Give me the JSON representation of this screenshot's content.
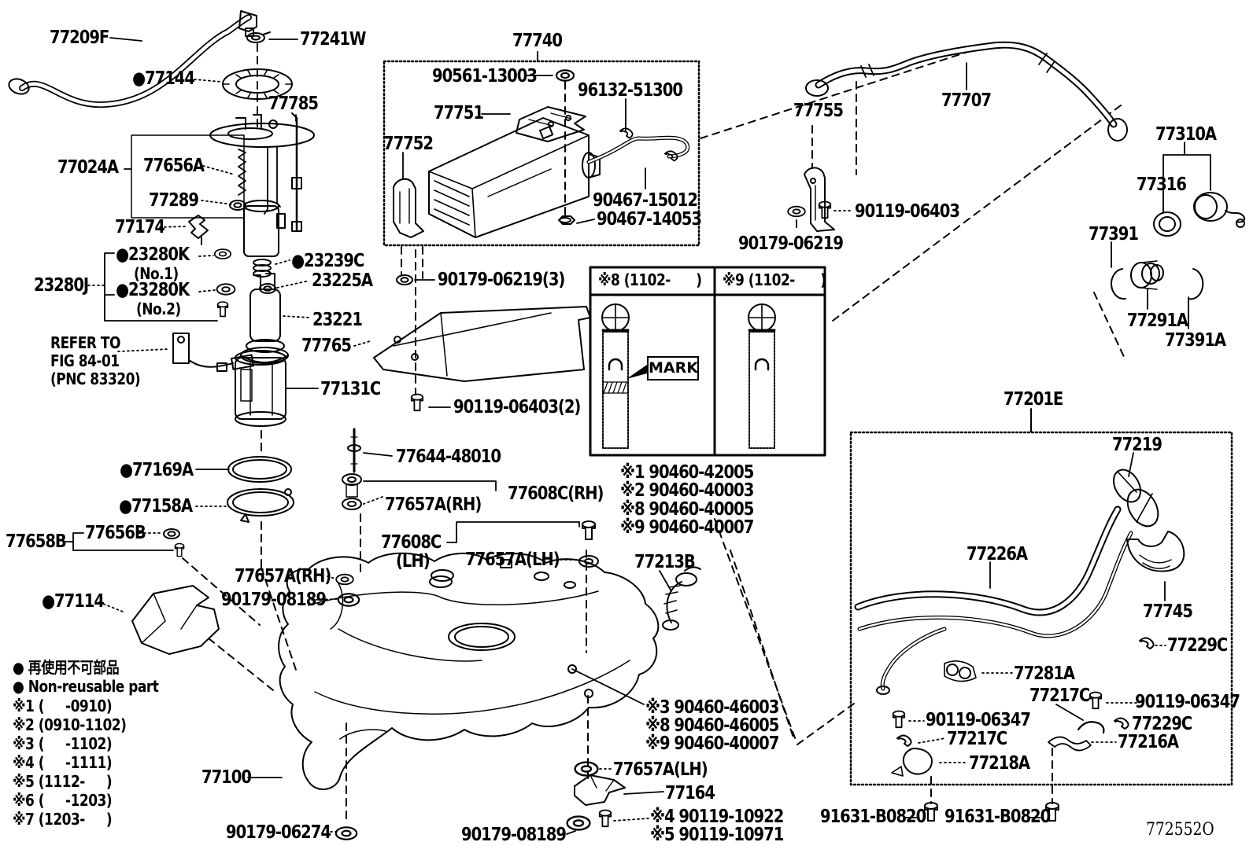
{
  "diagram_code": "772552O",
  "legend": {
    "jp": "● 再使用不可部品",
    "en": "● Non-reusable part",
    "notes": [
      "※1 (     -0910)",
      "※2 (0910-1102)",
      "※3 (     -1102)",
      "※4 (     -1111)",
      "※5 (1112-     )",
      "※6 (     -1203)",
      "※7 (1203-     )"
    ]
  },
  "boxes": {
    "variant8": "※8 (1102-      )",
    "variant9": "※9 (1102-      )",
    "mark": "MARK"
  },
  "labels": {
    "p77209F": "77209F",
    "p77241W": "77241W",
    "p77144": "●77144",
    "p77785": "77785",
    "p77024A": "77024A",
    "p77656A": "77656A",
    "p77289": "77289",
    "p77174": "77174",
    "p23280K1": "●23280K",
    "p23280K1n": "(No.1)",
    "p23280J": "23280J",
    "p23280K2": "●23280K",
    "p23280K2n": "(No.2)",
    "p23239C": "●23239C",
    "p23225A": "23225A",
    "p23221": "23221",
    "refer1": "REFER TO",
    "refer2": "FIG 84-01",
    "refer3": "(PNC 83320)",
    "p77765": "77765",
    "p77131C": "77131C",
    "p77740": "77740",
    "p90561": "90561-13003",
    "p96132": "96132-51300",
    "p77751": "77751",
    "p77752": "77752",
    "p90467_15012": "90467-15012",
    "p90467_14053": "90467-14053",
    "p90179_06219_3": "90179-06219(3)",
    "p90119_06403_2": "90119-06403(2)",
    "n1_42005": "※1 90460-42005",
    "n2_40003": "※2 90460-40003",
    "n8_40005": "※8 90460-40005",
    "n9_40007": "※9 90460-40007",
    "p77644": "77644-48010",
    "p77608C_rh": "77608C(RH)",
    "p77657A_rh1": "77657A(RH)",
    "p77608C_lh": "77608C",
    "p77608C_lh2": "(LH)",
    "p77657A_lh1": "77657A(LH)",
    "p77213B": "77213B",
    "p77169A": "●77169A",
    "p77158A": "●77158A",
    "p77656B": "77656B",
    "p77658B": "77658B",
    "p77114": "●77114",
    "p77657A_rh2": "77657A(RH)",
    "p90179_08189a": "90179-08189",
    "p77100": "77100",
    "p90179_06274": "90179-06274",
    "p90179_08189b": "90179-08189",
    "p77657A_lh2": "77657A(LH)",
    "p77164": "77164",
    "n4_10922": "※4 90119-10922",
    "n5_10971": "※5 90119-10971",
    "n3_46003": "※3 90460-46003",
    "n8_46005": "※8 90460-46005",
    "n9_40007b": "※9 90460-40007",
    "p77707": "77707",
    "p77755": "77755",
    "p90119_06403b": "90119-06403",
    "p90179_06219b": "90179-06219",
    "p77310A": "77310A",
    "p77316": "77316",
    "p77391": "77391",
    "p77291A": "77291A",
    "p77391A": "77391A",
    "p77201E": "77201E",
    "p77219": "77219",
    "p77226A": "77226A",
    "p77745": "77745",
    "p77229C_a": "77229C",
    "p77281A": "77281A",
    "p77217C_a": "77217C",
    "p90119_06347a": "90119-06347",
    "p90119_06347b": "90119-06347",
    "p77217C_b": "77217C",
    "p77218A": "77218A",
    "p77229C_b": "77229C",
    "p77216A": "77216A",
    "p91631a": "91631-B0820",
    "p91631b": "91631-B0820"
  }
}
